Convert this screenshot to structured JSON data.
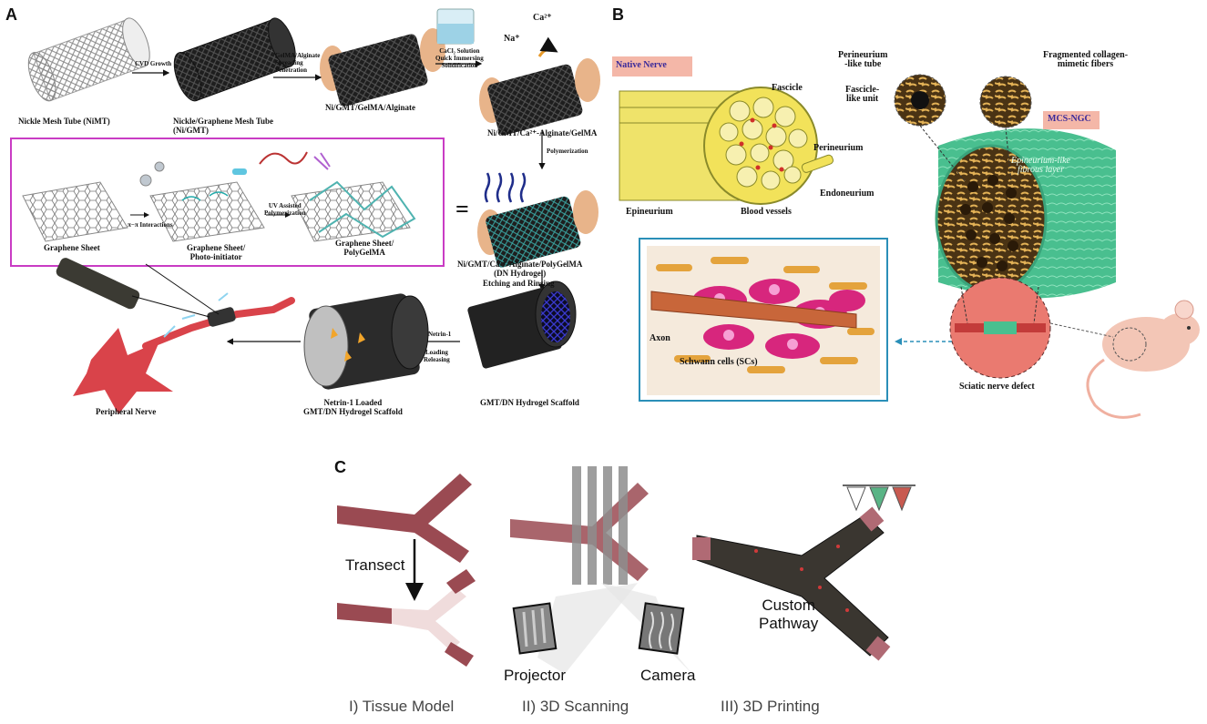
{
  "panels": {
    "a": "A",
    "b": "B",
    "c": "C"
  },
  "panel_a": {
    "nimt": "Nickle Mesh Tube (NiMT)",
    "cvd": "CVD Growth",
    "nigmt_1": "Nickle/Graphene Mesh Tube",
    "nigmt_2": "(Ni/GMT)",
    "gelma_alg_1": "GelMA/Alginate",
    "gelma_alg_2": "Spreading",
    "gelma_alg_3": "Penetration",
    "ni_gmt_gelma": "Ni/GMT/GelMA/Alginate",
    "cacl_1": "CaCl₂ Solution",
    "cacl_2": "Quick Immersing",
    "cacl_3": "Solidification",
    "na": "Na⁺",
    "ca": "Ca²⁺",
    "ni_gmt_ca": "Ni/GMT/Ca²⁺-Alginate/GelMA",
    "polymerization": "Polymerization",
    "pi_pi": "π−π Interactions",
    "uv_1": "UV Assisted",
    "uv_2": "Polymerization",
    "graphene_sheet": "Graphene Sheet",
    "gs_pi_1": "Graphene Sheet/",
    "gs_pi_2": "Photo-initiator",
    "gs_poly_1": "Graphene Sheet/",
    "gs_poly_2": "PolyGelMA",
    "dn_1": "Ni/GMT/Ca²⁺-Alginate/PolyGelMA",
    "dn_2": "(DN Hydrogel)",
    "etching": "Etching and Rinsing",
    "netrin_1": "Netrin-1",
    "loading_1": "Loading",
    "loading_2": "Releasing",
    "gmt_dn": "GMT/DN Hydrogel Scaffold",
    "netrin_loaded_1": "Netrin-1 Loaded",
    "netrin_loaded_2": "GMT/DN Hydrogel Scaffold",
    "peripheral": "Peripheral Nerve",
    "equals": "="
  },
  "panel_b": {
    "native_nerve": "Native Nerve",
    "fascicle": "Fascicle",
    "perineurium": "Perineurium",
    "endoneurium": "Endoneurium",
    "epineurium": "Epineurium",
    "blood_vessels": "Blood vessels",
    "axon": "Axon",
    "schwann": "Schwann cells (SCs)",
    "perineurium_tube_1": "Perineurium",
    "perineurium_tube_2": "-like tube",
    "fascicle_unit_1": "Fascicle-",
    "fascicle_unit_2": "like unit",
    "fragmented_1": "Fragmented collagen-",
    "fragmented_2": "mimetic fibers",
    "mcs_ngc": "MCS-NGC",
    "epi_like_1": "Epineurium-like",
    "epi_like_2": "fibrous layer",
    "sciatic": "Sciatic nerve defect"
  },
  "panel_c": {
    "transect": "Transect",
    "projector": "Projector",
    "camera": "Camera",
    "custom_1": "Custom",
    "custom_2": "Pathway",
    "step1": "I) Tissue Model",
    "step2": "II) 3D Scanning",
    "step3": "III) 3D Printing"
  },
  "colors": {
    "magenta_box": "#c93cc4",
    "teal_box": "#2a8fb8",
    "nerve_red": "#d9434a",
    "tube_dark": "#2b2b2b",
    "cap_tan": "#e8b48a",
    "yellow_nerve": "#f2e25a",
    "green_tube": "#4fc49a",
    "label_bg_pink": "#f4b7a8"
  }
}
